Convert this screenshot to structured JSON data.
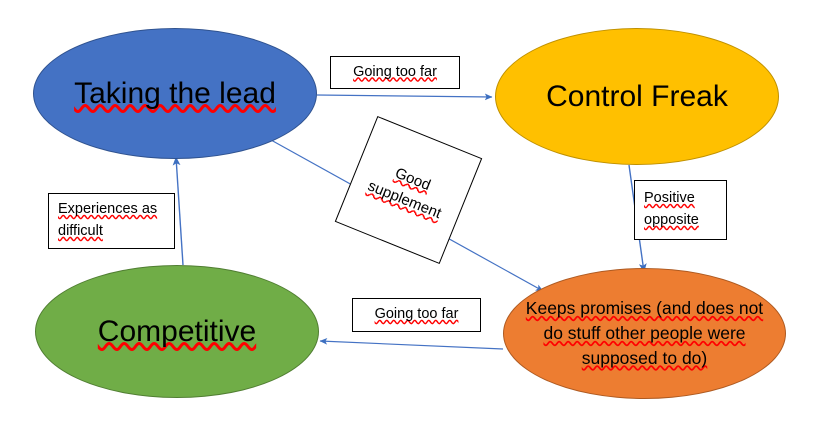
{
  "diagram": {
    "type": "concept-map",
    "background_color": "#FFFFFF",
    "edge_color": "#4472C4",
    "nodes": [
      {
        "id": "taking-the-lead",
        "label": "Taking the lead",
        "color": "#4472C4",
        "border_color": "#2F528F",
        "shape": "ellipse"
      },
      {
        "id": "control-freak",
        "label": "Control Freak",
        "color": "#FFC000",
        "border_color": "#BF9000",
        "shape": "ellipse"
      },
      {
        "id": "competitive",
        "label": "Competitive",
        "color": "#70AD47",
        "border_color": "#507E32",
        "shape": "ellipse"
      },
      {
        "id": "keeps-promises",
        "label": "Keeps promises (and does not do stuff other people were supposed to do)",
        "color": "#ED7D31",
        "border_color": "#AE5A21",
        "shape": "ellipse"
      }
    ],
    "edge_labels": [
      {
        "id": "going-too-far-top",
        "text": "Going too far",
        "from": "taking-the-lead",
        "to": "control-freak"
      },
      {
        "id": "good-supplement",
        "text": "Good supplement",
        "from": "taking-the-lead",
        "to": "keeps-promises"
      },
      {
        "id": "experiences-as-difficult",
        "text": "Experiences as difficult",
        "from": "competitive",
        "to": "taking-the-lead"
      },
      {
        "id": "positive-opposite",
        "text": "Positive opposite",
        "from": "control-freak",
        "to": "keeps-promises"
      },
      {
        "id": "going-too-far-bottom",
        "text": "Going too far",
        "from": "keeps-promises",
        "to": "competitive"
      }
    ]
  }
}
